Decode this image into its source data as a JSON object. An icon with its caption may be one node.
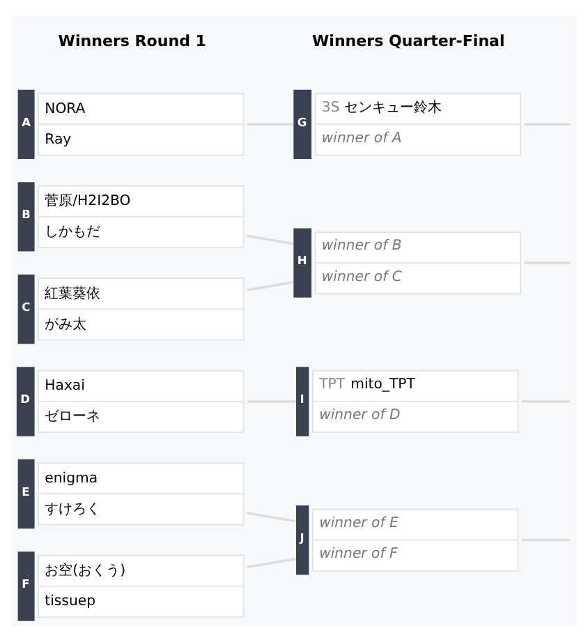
{
  "diagram": {
    "nodes": [
      {
        "text": [
          "A",
          "NORA",
          "Ray"
        ]
      },
      {
        "text": [
          "B",
          "菅原/H2I2BO",
          "しかもだ"
        ]
      },
      {
        "text": [
          "C",
          "紅葉葵依",
          "がみ太"
        ]
      },
      {
        "text": [
          "D",
          "Haxai",
          "ゼローネ"
        ]
      },
      {
        "text": [
          "E",
          "enigma",
          "すけろく"
        ]
      },
      {
        "text": [
          "F",
          "お空(おくう)",
          "tissuep"
        ]
      },
      {
        "text": [
          "G",
          "3S センキュー鈴木",
          "winner of A"
        ]
      },
      {
        "text": [
          "H",
          "winner of B",
          "winner of C"
        ]
      },
      {
        "text": [
          "I",
          "TPT mito_TPT",
          "winner of D"
        ]
      },
      {
        "text": [
          "J",
          "winner of E",
          "winner of F"
        ]
      }
    ],
    "edges": [
      {
        "from": 0,
        "to": 6,
        "arrow": "none"
      },
      {
        "from": 1,
        "to": 7,
        "arrow": "none"
      },
      {
        "from": 2,
        "to": 7,
        "arrow": "none"
      },
      {
        "from": 3,
        "to": 8,
        "arrow": "none"
      },
      {
        "from": 4,
        "to": 9,
        "arrow": "none"
      },
      {
        "from": 5,
        "to": 9,
        "arrow": "none"
      },
      {
        "from": 6,
        "to": null,
        "arrow": "none"
      },
      {
        "from": 7,
        "to": null,
        "arrow": "none"
      },
      {
        "from": 8,
        "to": null,
        "arrow": "none"
      },
      {
        "from": 9,
        "to": null,
        "arrow": "none"
      }
    ],
    "labels": [
      "Winners Round 1",
      "Winners Quarter-Final"
    ]
  }
}
